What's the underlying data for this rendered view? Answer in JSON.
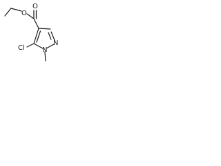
{
  "molecule": {
    "atoms": {
      "carbonyl_oxygen": "O",
      "ester_oxygen": "O",
      "chlorine": "Cl",
      "ring_nitrogen_2": "N",
      "ring_nitrogen_1": "N"
    }
  }
}
